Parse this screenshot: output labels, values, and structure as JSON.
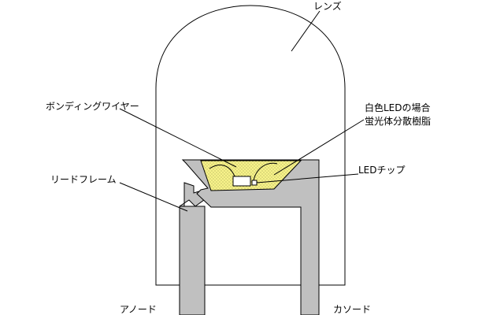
{
  "labels": {
    "lens": "レンズ",
    "bonding_wire": "ボンディングワイヤー",
    "phosphor_line1": "白色LEDの場合",
    "phosphor_line2": "蛍光体分散樹脂",
    "led_chip": "LEDチップ",
    "lead_frame": "リードフレーム",
    "anode": "アノード",
    "cathode": "カソード"
  },
  "colors": {
    "background": "#ffffff",
    "outline": "#000000",
    "lead_frame": "#c0c0c0",
    "phosphor_resin": "#f7f28a",
    "led_chip": "#ffffff",
    "leader_line": "#000000"
  }
}
